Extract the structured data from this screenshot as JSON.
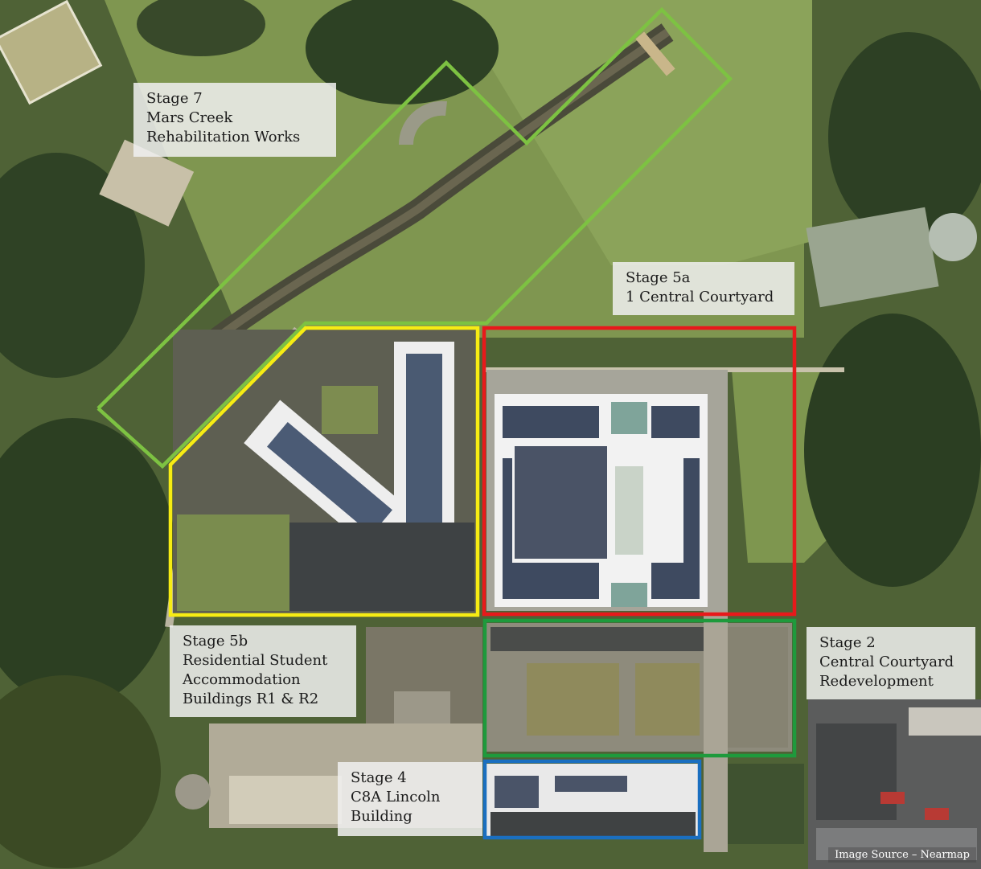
{
  "map": {
    "stages": [
      {
        "id": "stage-7",
        "lines": [
          "Stage 7",
          "Mars Creek",
          "Rehabilitation Works"
        ],
        "outline_color": "#7dc242"
      },
      {
        "id": "stage-5a",
        "lines": [
          "Stage 5a",
          "1 Central Courtyard"
        ],
        "outline_color": "#e8191b"
      },
      {
        "id": "stage-5b",
        "lines": [
          "Stage 5b",
          "Residential Student",
          "Accommodation",
          "Buildings R1 & R2"
        ],
        "outline_color": "#f7ec13"
      },
      {
        "id": "stage-2",
        "lines": [
          "Stage 2",
          "Central Courtyard",
          "Redevelopment"
        ],
        "outline_color": "#1e9a3c"
      },
      {
        "id": "stage-4",
        "lines": [
          "Stage 4",
          "C8A Lincoln",
          "Building"
        ],
        "outline_color": "#1a6fc0"
      }
    ],
    "source": "Image Source – Nearmap"
  }
}
